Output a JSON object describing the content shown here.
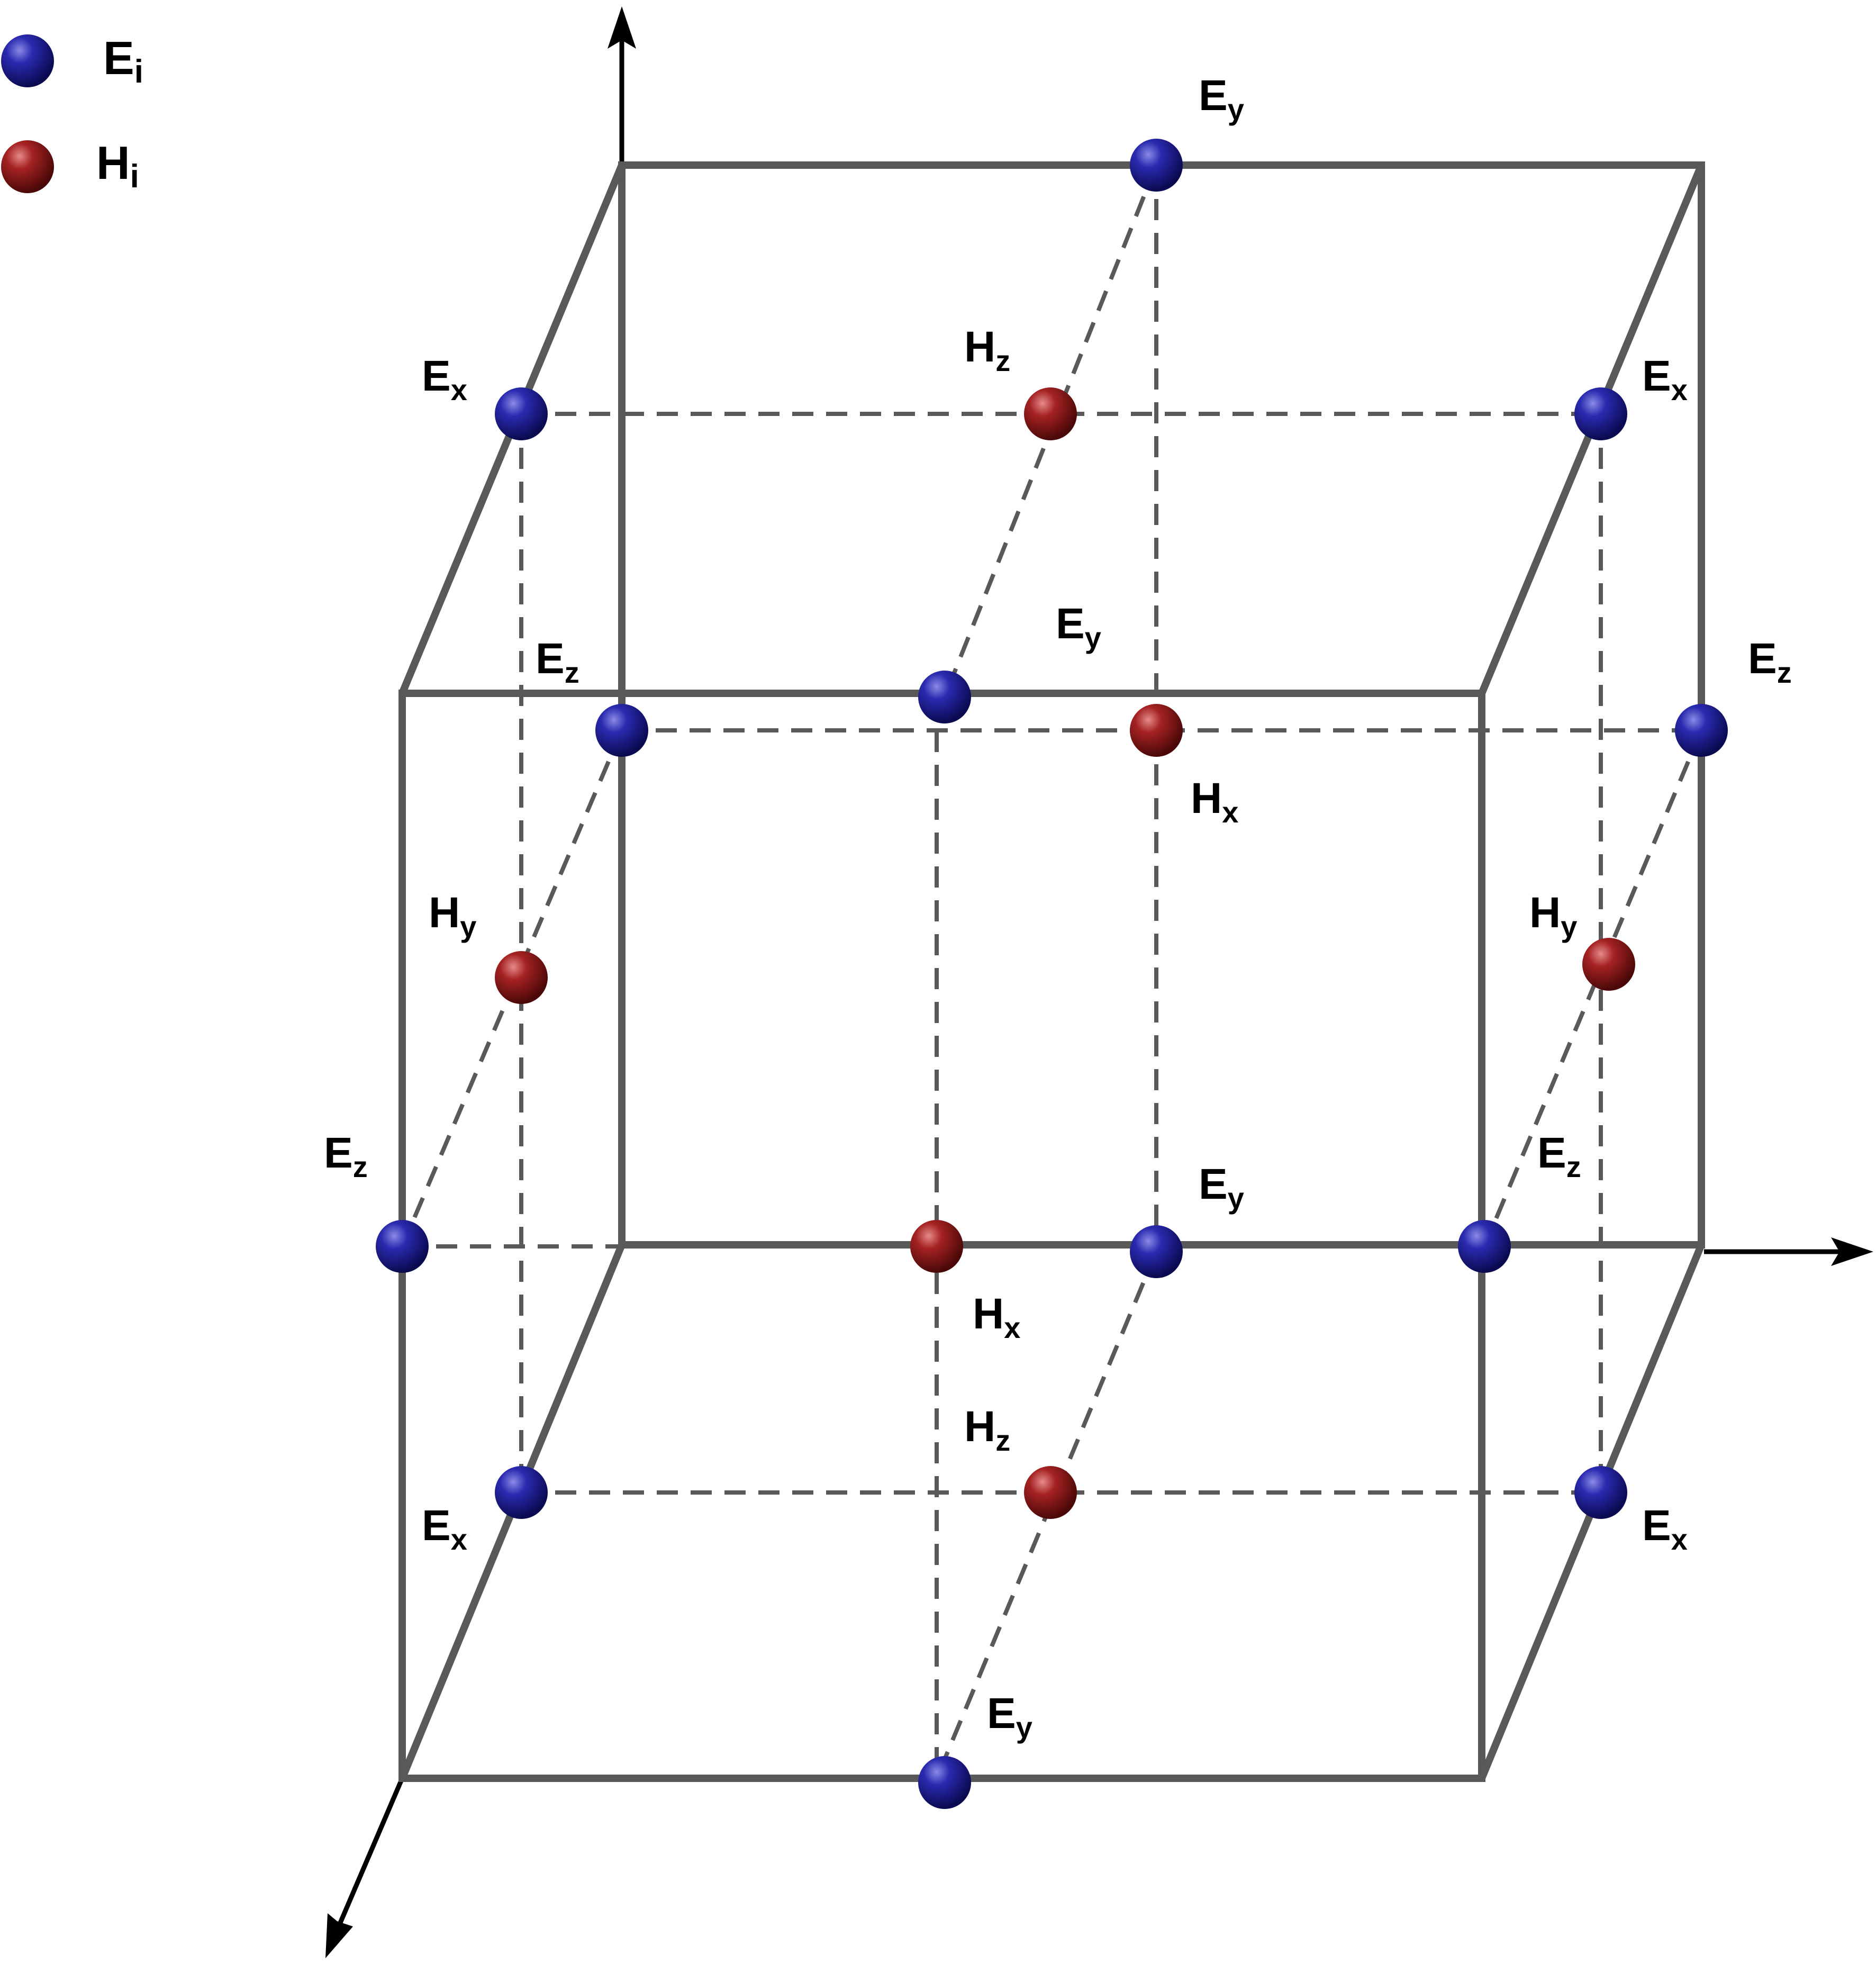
{
  "legend": [
    {
      "kind": "E",
      "color": "#1f1f8c",
      "label": "E",
      "sub": "i"
    },
    {
      "kind": "H",
      "color": "#8b1a1a",
      "label": "H",
      "sub": "i"
    }
  ],
  "labels": [
    {
      "id": "ey-top",
      "letter": "E",
      "sub": "y"
    },
    {
      "id": "hz-top",
      "letter": "H",
      "sub": "z"
    },
    {
      "id": "ex-top-left",
      "letter": "E",
      "sub": "x"
    },
    {
      "id": "ex-top-right",
      "letter": "E",
      "sub": "x"
    },
    {
      "id": "ey-mid",
      "letter": "E",
      "sub": "y"
    },
    {
      "id": "ez-mid-left",
      "letter": "E",
      "sub": "z"
    },
    {
      "id": "ez-mid-right",
      "letter": "E",
      "sub": "z"
    },
    {
      "id": "hx-upper",
      "letter": "H",
      "sub": "x"
    },
    {
      "id": "hy-left",
      "letter": "H",
      "sub": "y"
    },
    {
      "id": "hy-right",
      "letter": "H",
      "sub": "y"
    },
    {
      "id": "ez-low-left",
      "letter": "E",
      "sub": "z"
    },
    {
      "id": "ey-low",
      "letter": "E",
      "sub": "y"
    },
    {
      "id": "ez-low-right",
      "letter": "E",
      "sub": "z"
    },
    {
      "id": "hx-lower",
      "letter": "H",
      "sub": "x"
    },
    {
      "id": "hz-bottom",
      "letter": "H",
      "sub": "z"
    },
    {
      "id": "ex-bot-left",
      "letter": "E",
      "sub": "x"
    },
    {
      "id": "ex-bot-right",
      "letter": "E",
      "sub": "x"
    },
    {
      "id": "ey-bottom",
      "letter": "E",
      "sub": "y"
    }
  ],
  "colors": {
    "e_node": "#1f1f8c",
    "h_node": "#8b1a1a",
    "cube_line": "#595959",
    "axis": "#000000"
  }
}
